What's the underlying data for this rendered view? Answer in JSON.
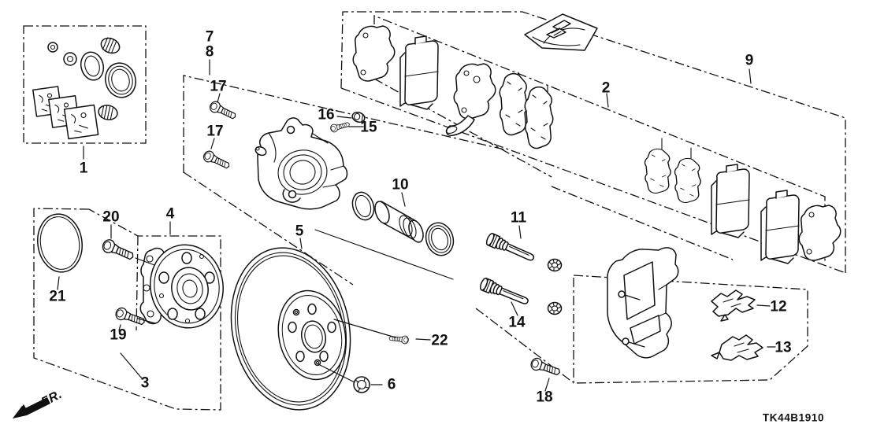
{
  "diagram": {
    "code": "TK44B1910",
    "direction_label": "FR.",
    "callouts": [
      {
        "ref": "1"
      },
      {
        "ref": "2"
      },
      {
        "ref": "3"
      },
      {
        "ref": "4"
      },
      {
        "ref": "5"
      },
      {
        "ref": "6"
      },
      {
        "ref": "7"
      },
      {
        "ref": "8"
      },
      {
        "ref": "9"
      },
      {
        "ref": "10"
      },
      {
        "ref": "11"
      },
      {
        "ref": "12"
      },
      {
        "ref": "13"
      },
      {
        "ref": "14"
      },
      {
        "ref": "15"
      },
      {
        "ref": "16"
      },
      {
        "ref": "17"
      },
      {
        "ref": "17"
      },
      {
        "ref": "18"
      },
      {
        "ref": "19"
      },
      {
        "ref": "20"
      },
      {
        "ref": "21"
      },
      {
        "ref": "22"
      }
    ]
  }
}
